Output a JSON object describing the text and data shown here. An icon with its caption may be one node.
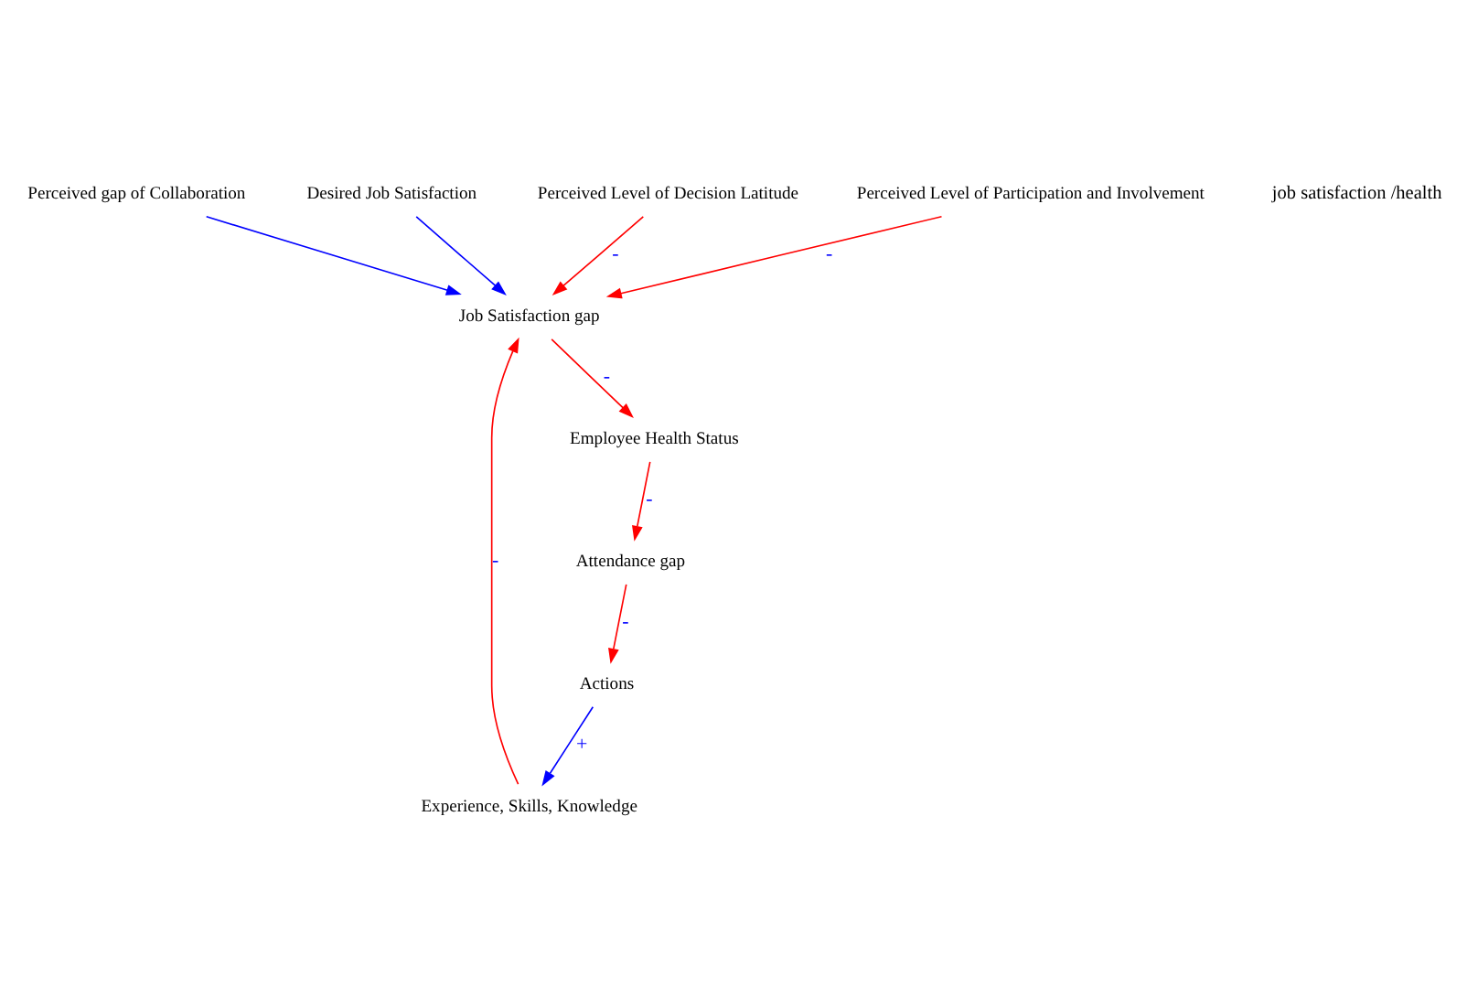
{
  "diagram": {
    "nodes": [
      {
        "text": [
          "Perceived gap of Collaboration"
        ]
      },
      {
        "text": [
          "Desired Job Satisfaction"
        ]
      },
      {
        "text": [
          "Experience, Skills, Knowledge"
        ]
      },
      {
        "text": [
          "Job Satisfaction gap"
        ]
      },
      {
        "text": [
          "Perceived Level of Decision Latitude"
        ]
      },
      {
        "text": [
          "Actions"
        ]
      },
      {
        "text": [
          "Perceived Level of Participation and Involvement"
        ]
      },
      {
        "text": [
          "Attendance gap"
        ]
      },
      {
        "text": [
          "Employee Health Status"
        ]
      }
    ],
    "edges": [
      {
        "from": 0,
        "to": 3,
        "arrow": "to",
        "color": "#0000ff"
      },
      {
        "from": 1,
        "to": 3,
        "arrow": "to",
        "color": "#0000ff"
      },
      {
        "from": 2,
        "to": 3,
        "arrow": "to",
        "label": "-"
      },
      {
        "from": 4,
        "to": 3,
        "arrow": "to",
        "label": "-"
      },
      {
        "from": 6,
        "to": 3,
        "arrow": "to",
        "label": "-"
      },
      {
        "from": 3,
        "to": 8,
        "arrow": "to",
        "label": "-"
      },
      {
        "from": 8,
        "to": 7,
        "arrow": "to",
        "label": "-"
      },
      {
        "from": 7,
        "to": 5,
        "arrow": "to",
        "label": "-"
      },
      {
        "from": 5,
        "to": 2,
        "arrow": "to",
        "label": "+",
        "color": "#0000ff"
      }
    ],
    "labels": [
      "job satisfaction /health"
    ]
  }
}
